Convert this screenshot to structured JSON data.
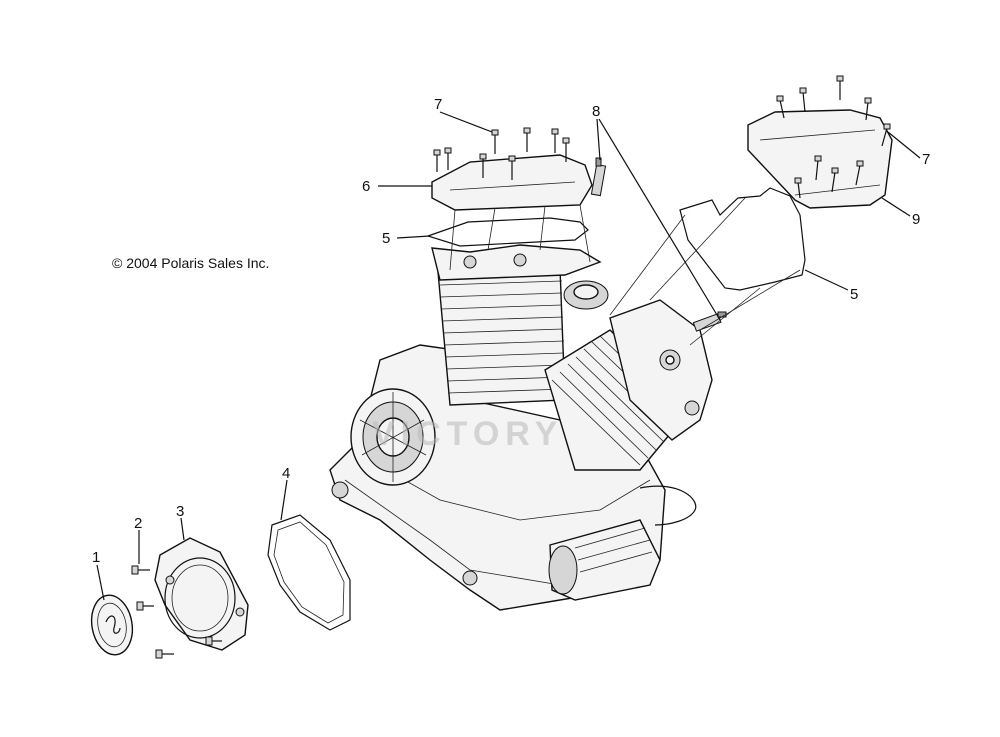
{
  "copyright": "© 2004 Polaris Sales Inc.",
  "watermark": "VICTORY",
  "callouts": [
    {
      "id": "1",
      "label": "1"
    },
    {
      "id": "2",
      "label": "2"
    },
    {
      "id": "3",
      "label": "3"
    },
    {
      "id": "4",
      "label": "4"
    },
    {
      "id": "5a",
      "label": "5"
    },
    {
      "id": "5b",
      "label": "5"
    },
    {
      "id": "6",
      "label": "6"
    },
    {
      "id": "7a",
      "label": "7"
    },
    {
      "id": "7b",
      "label": "7"
    },
    {
      "id": "8",
      "label": "8"
    },
    {
      "id": "9",
      "label": "9"
    }
  ]
}
